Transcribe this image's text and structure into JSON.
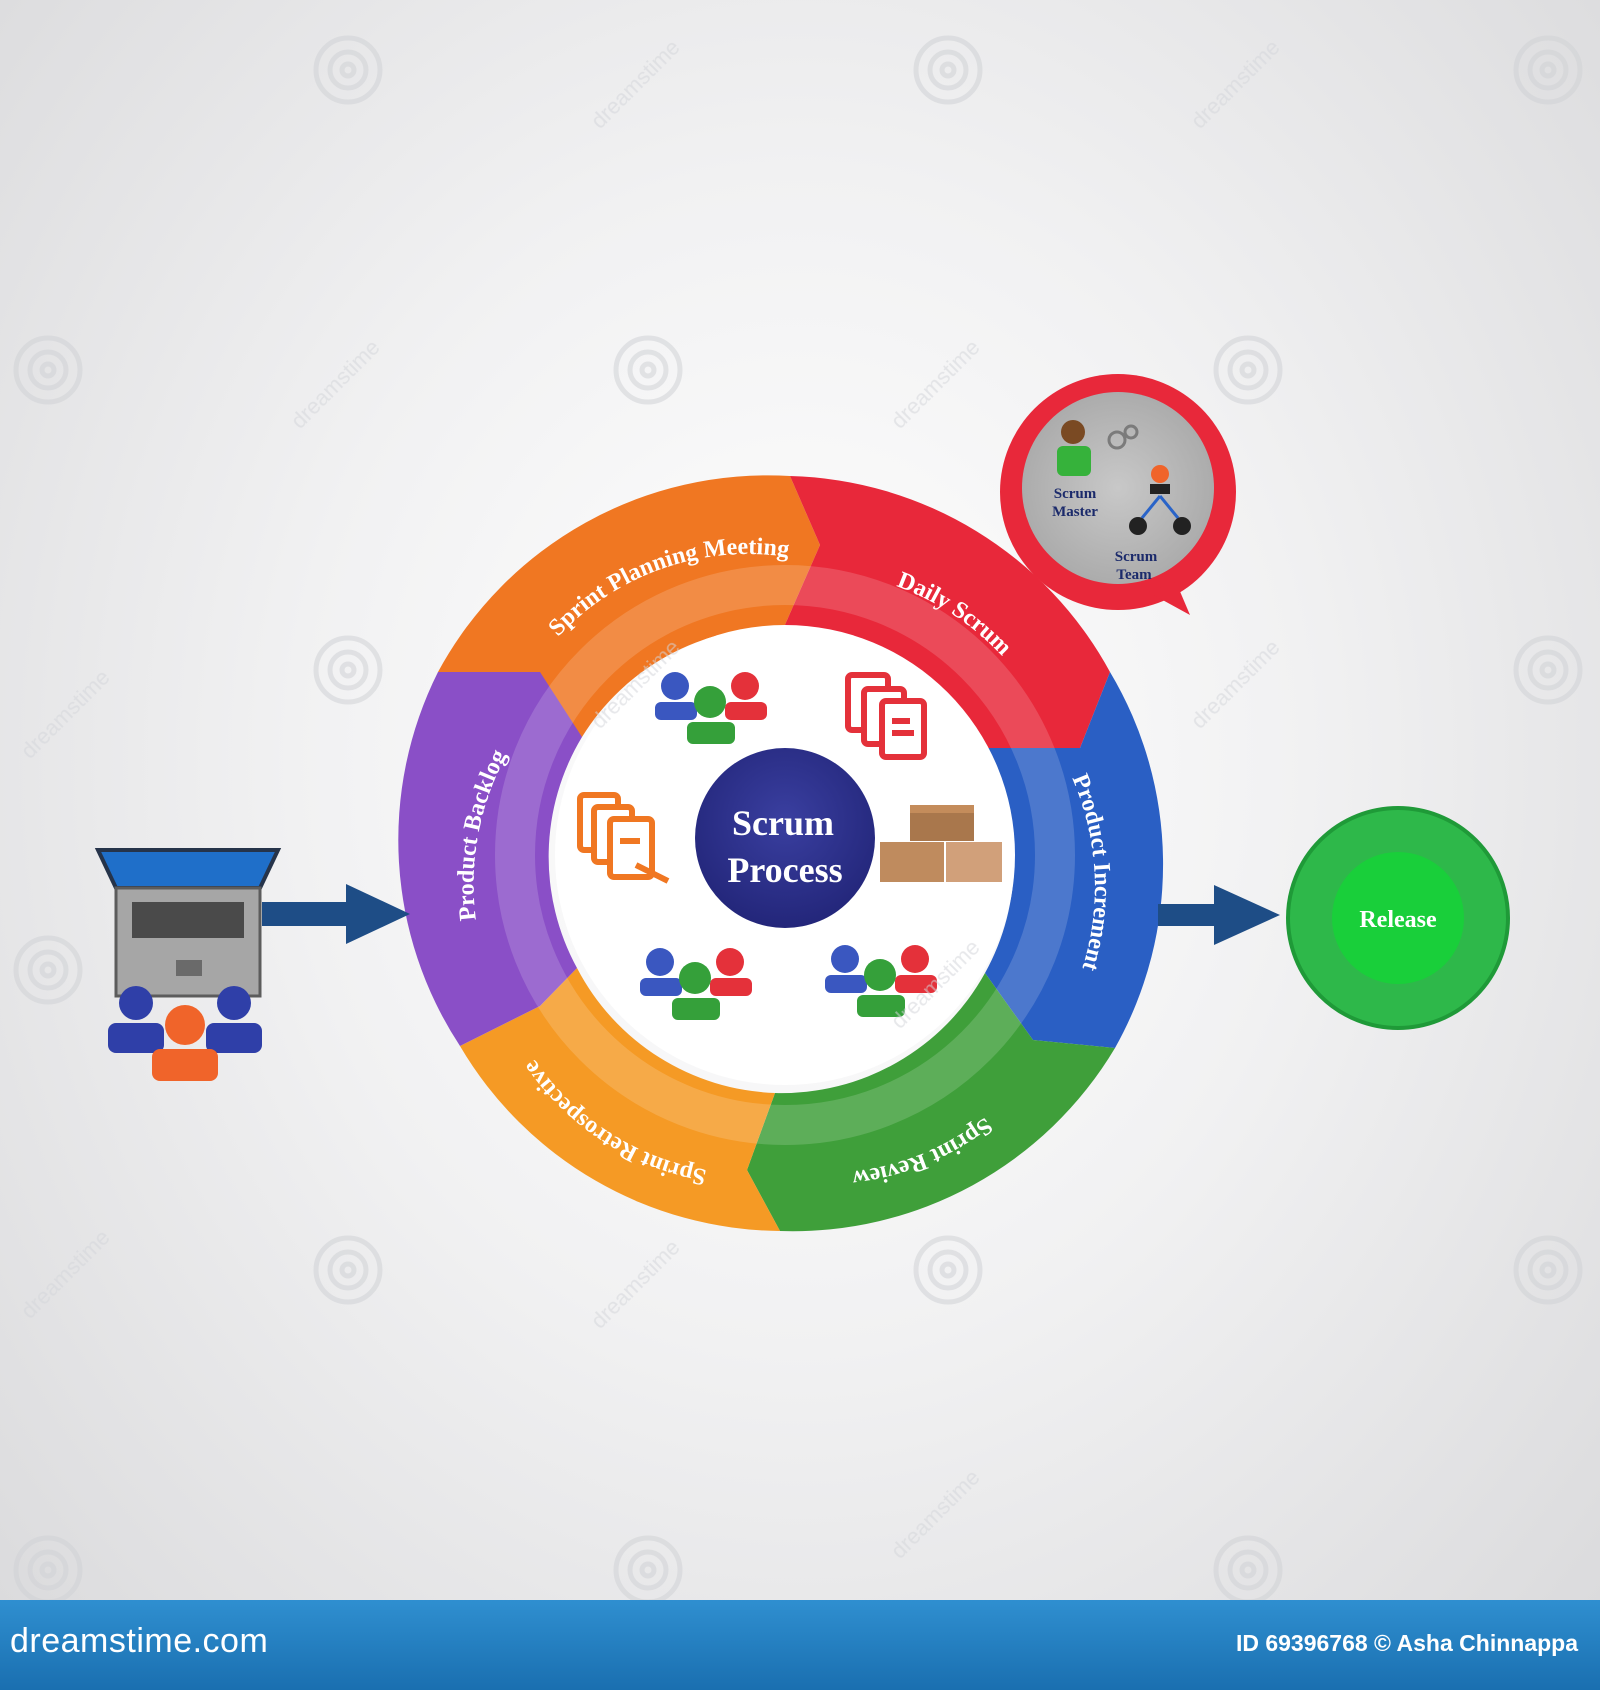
{
  "center": {
    "line1": "Scrum",
    "line2": "Process"
  },
  "phases": [
    {
      "label": "Sprint Planning Meeting",
      "color": "#f07722"
    },
    {
      "label": "Daily Scrum",
      "color": "#e8283a"
    },
    {
      "label": "Product Increment",
      "color": "#2a5fc4"
    },
    {
      "label": "Sprint Review",
      "color": "#3f9f3a"
    },
    {
      "label": "Sprint Retrospective",
      "color": "#f59a25"
    },
    {
      "label": "Product Backlog",
      "color": "#8a4fc7"
    }
  ],
  "bubble": {
    "master_line1": "Scrum",
    "master_line2": "Master",
    "team_line1": "Scrum",
    "team_line2": "Team",
    "ring_color": "#e8283a"
  },
  "release": {
    "label": "Release",
    "color": "#2eb84a"
  },
  "footer": {
    "brand": "dreamstime.com",
    "credit": "ID 69396768 © Asha Chinnappa",
    "color": "#1f7dc0"
  },
  "watermark": {
    "text": "dreamstime"
  },
  "icons": [
    "laptop-icon",
    "product-owner-team-icon",
    "arrow-right-icon",
    "team-icon",
    "documents-icon",
    "boxes-icon",
    "release-circle-icon",
    "scrum-master-icon",
    "scrum-team-icon",
    "watermark-swirl-icon"
  ]
}
